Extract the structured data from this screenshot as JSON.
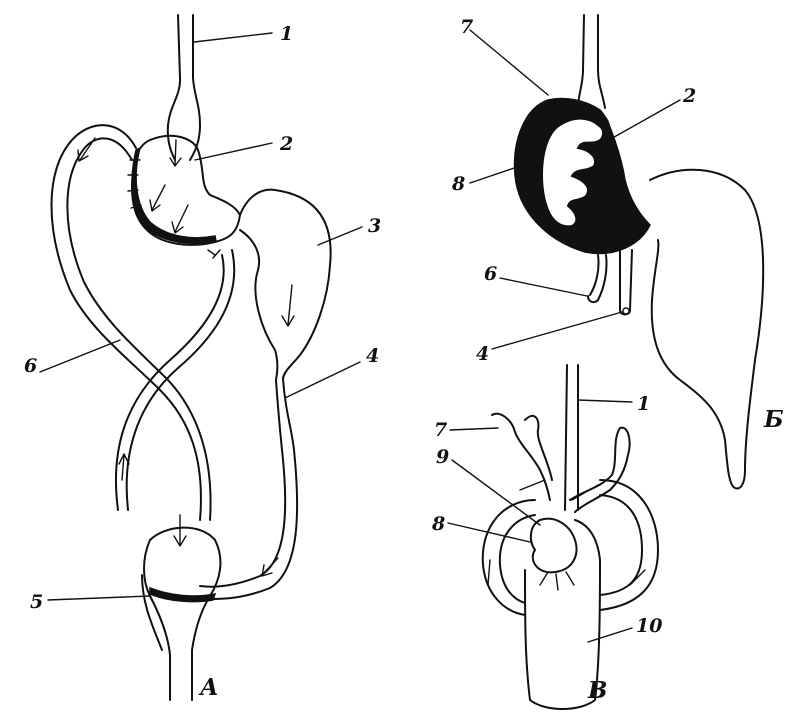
{
  "panels": {
    "a": {
      "letter": "А"
    },
    "b": {
      "letter": "Б"
    },
    "v": {
      "letter": "В"
    }
  },
  "labels": {
    "a_1": "1",
    "a_2": "2",
    "a_3": "3",
    "a_4": "4",
    "a_5": "5",
    "a_6": "6",
    "b_7": "7",
    "b_2": "2",
    "b_8": "8",
    "b_6": "6",
    "b_4": "4",
    "v_1": "1",
    "v_7": "7",
    "v_9": "9",
    "v_8": "8",
    "v_10": "10"
  },
  "colors": {
    "ink": "#111111",
    "background": "#ffffff"
  }
}
